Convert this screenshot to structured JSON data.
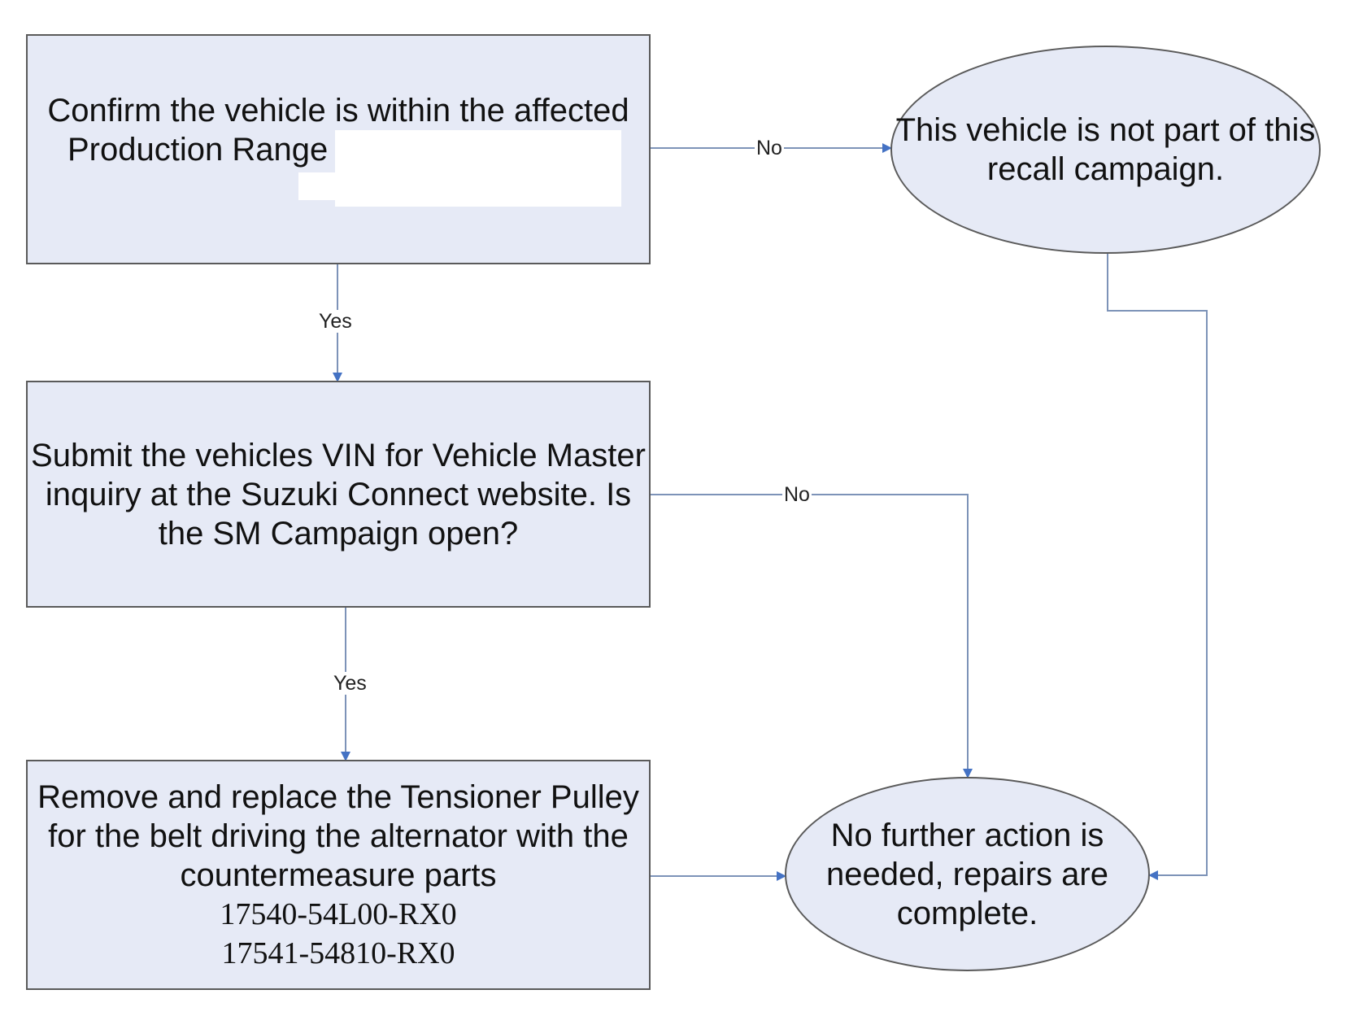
{
  "colors": {
    "node_fill": "#e6eaf6",
    "node_border": "#5a5a5a",
    "connector": "#4472c4",
    "connector_line": "#7d93b8"
  },
  "nodes": {
    "confirm_range": {
      "lines": [
        "Confirm the vehicle is within the affected",
        "Production Range"
      ]
    },
    "not_part_of_recall": {
      "lines": [
        "This vehicle is not part of this",
        "recall campaign."
      ]
    },
    "submit_vin": {
      "lines": [
        "Submit the vehicles VIN for Vehicle Master",
        "inquiry at the Suzuki Connect website. Is",
        "the SM Campaign open?"
      ]
    },
    "replace_pulley": {
      "lines": [
        "Remove and replace the Tensioner Pulley",
        "for the belt driving the alternator with the",
        "countermeasure parts"
      ],
      "part_numbers": [
        "17540-54L00-RX0",
        "17541-54810-RX0"
      ]
    },
    "no_further_action": {
      "lines": [
        "No further action is",
        "needed, repairs are",
        "complete."
      ]
    }
  },
  "edges": {
    "confirm_no": {
      "label": "No"
    },
    "confirm_yes": {
      "label": "Yes"
    },
    "submit_no": {
      "label": "No"
    },
    "submit_yes": {
      "label": "Yes"
    }
  }
}
